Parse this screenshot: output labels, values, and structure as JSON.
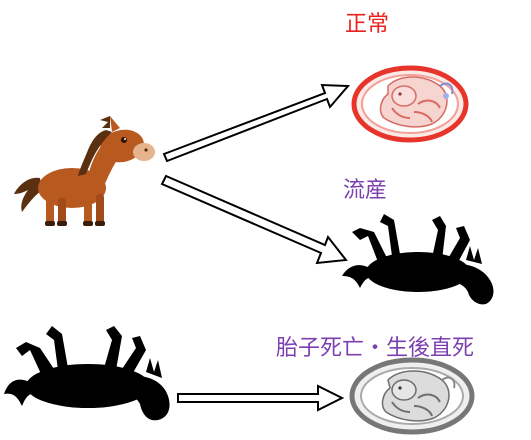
{
  "labels": {
    "normal": "正常",
    "abortion": "流産",
    "neonatal_death": "胎子死亡・生後直死"
  },
  "colors": {
    "normal_label": "#e8231f",
    "abortion_label": "#7b3fb0",
    "neonatal_label": "#7b3fb0",
    "horse_body": "#b8591f",
    "horse_mane": "#5a3010",
    "silhouette": "#000000",
    "fetus_normal_outline": "#e8352b",
    "fetus_dead_outline": "#777777"
  },
  "icons": {
    "horse": "cartoon-horse-icon",
    "fetus_normal": "healthy-fetus-icon",
    "dead_horse_aborted": "dead-foal-silhouette-icon",
    "dead_horse_mare": "dead-horse-silhouette-icon",
    "fetus_dead": "dead-fetus-icon"
  }
}
